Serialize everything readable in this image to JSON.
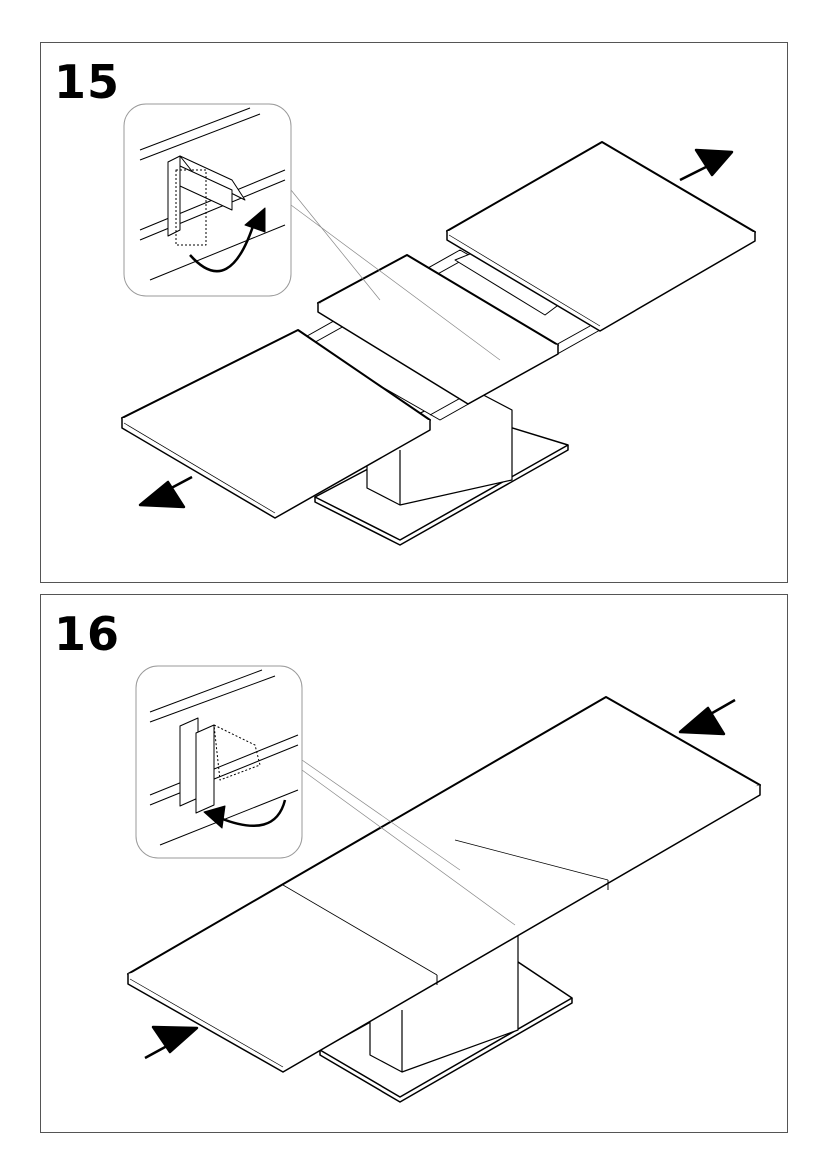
{
  "steps": [
    {
      "number": "15",
      "action": "extend"
    },
    {
      "number": "16",
      "action": "retract"
    }
  ],
  "colors": {
    "line": "#000000",
    "border": "#555555",
    "background": "#ffffff"
  }
}
